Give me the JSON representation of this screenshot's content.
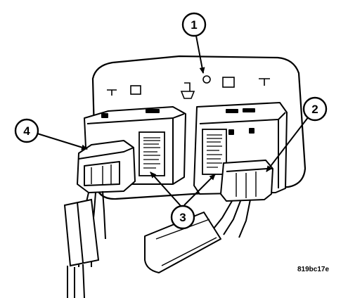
{
  "callouts": [
    {
      "id": "1",
      "label": "1"
    },
    {
      "id": "2",
      "label": "2"
    },
    {
      "id": "3",
      "label": "3"
    },
    {
      "id": "4",
      "label": "4"
    }
  ],
  "figure_code": "819bc17e"
}
